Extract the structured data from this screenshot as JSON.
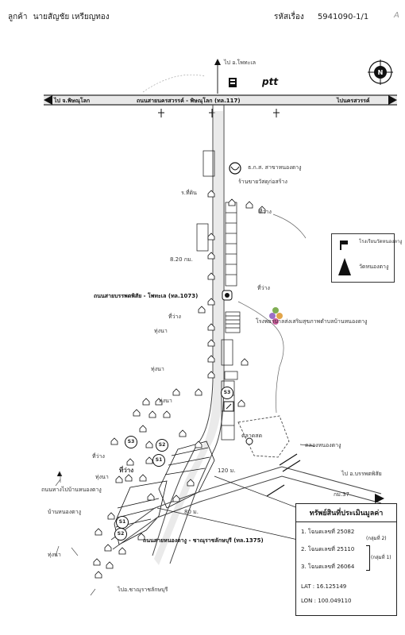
{
  "header": {
    "client_label": "ลูกค้า",
    "client_name": "นายสัญชัย เหรียญทอง",
    "code_label": "รหัสเรื่อง",
    "code_value": "5941090-1/1",
    "corner_mark": "A"
  },
  "roads": {
    "main_road": "ถนนสายนครสวรรค์ - พิษณุโลก (ทล.117)",
    "to_phitsanulok": "ไป จ.พิษณุโลก",
    "to_nakhon_sawan": "ไปนครสวรรค์",
    "to_pho_thale": "ไป อ.โพทะเล",
    "branch_road": "ถนนสายบรรพตพิสัย - โพทะเล (ทล.1073)",
    "lower_road": "ถนนสายหนองตางู - ชาณุราชลักษบุรี (ทล.1375)",
    "to_bhanpot": "ไป อ.บรรพตพิสัย",
    "to_chanu": "ไปอ.ชาณุราชลักษบุรี",
    "km": "กม.37"
  },
  "brand": {
    "ptt": "ptt"
  },
  "places": {
    "bank": "ธ.ก.ส. สาขาหนองตางู",
    "shop": "ร้านขายวัสดุก่อสร้าง",
    "temple_sign": "โรงเรียนวัดหนองตางู",
    "temple": "วัดหนองตางู",
    "clinic": "โรงพยาบาลส่งเสริมสุขภาพตำบลบ้านหนองตางู",
    "market": "ตลาดสด",
    "canal": "คลองหนองตางู",
    "empty_land": "ที่ว่าง",
    "village": "บ้านหนองตางู",
    "village_road": "ถนนทางไปบ้านหนองตางู",
    "rice_field": "ทุ่งนา",
    "house": "ร.ที่ดิน"
  },
  "distances": {
    "d1": "8.20 กม.",
    "d2": "120 ม.",
    "d3": "80 ม."
  },
  "markers": {
    "s1": "S1",
    "s2": "S2",
    "s3": "S3",
    "s3b": "S3",
    "s2b": "S2",
    "s1b": "S1"
  },
  "panel": {
    "title": "ทรัพย์สินที่ประเมินมูลค่า",
    "row1": "1. โฉนดเลขที่ 25082",
    "row2": "2. โฉนดเลขที่ 25110",
    "row3": "3. โฉนดเลขที่ 26064",
    "row1_note": "(กลุ่มที่ 2)",
    "row23_note": "(กลุ่มที่ 1)",
    "lat": "LAT : 16.125149",
    "lon": "LON : 100.049110"
  },
  "compass": {
    "north": "N"
  }
}
